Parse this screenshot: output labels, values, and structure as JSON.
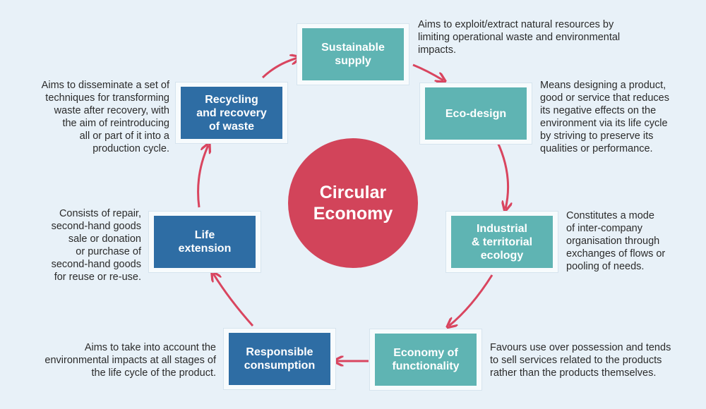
{
  "colors": {
    "background": "#e8f1f8",
    "teal": "#5fb4b3",
    "blue": "#2e6da4",
    "center_circle": "#d2445a",
    "arrow": "#d9455f"
  },
  "center": {
    "label": "Circular\nEconomy"
  },
  "nodes": [
    {
      "label": "Sustainable\nsupply",
      "color": "teal",
      "description": "Aims to exploit/extract natural resources by\nlimiting operational waste and environmental\nimpacts."
    },
    {
      "label": "Eco-design",
      "color": "teal",
      "description": "Means designing a product,\ngood or service that reduces\nits negative effects on the\nenvironment via its life cycle\nby striving to preserve its\nqualities or performance."
    },
    {
      "label": "Industrial\n& territorial\necology",
      "color": "teal",
      "description": "Constitutes a mode\nof inter-company\norganisation through\nexchanges of flows or\npooling of needs."
    },
    {
      "label": "Economy of\nfunctionality",
      "color": "teal",
      "description": "Favours use over possession and tends\nto sell services related to the products\nrather than the products themselves."
    },
    {
      "label": "Responsible\nconsumption",
      "color": "blue",
      "description": "Aims to take into account the\nenvironmental impacts at all stages of\nthe life cycle of the product."
    },
    {
      "label": "Life\nextension",
      "color": "blue",
      "description": "Consists of repair,\nsecond-hand goods\nsale or donation\nor purchase of\nsecond-hand goods\nfor reuse or re-use."
    },
    {
      "label": "Recycling\nand recovery\nof waste",
      "color": "blue",
      "description": "Aims to disseminate a set of\ntechniques for transforming\nwaste after recovery, with\nthe aim of reintroducing\nall or part of it into a\nproduction cycle."
    }
  ]
}
